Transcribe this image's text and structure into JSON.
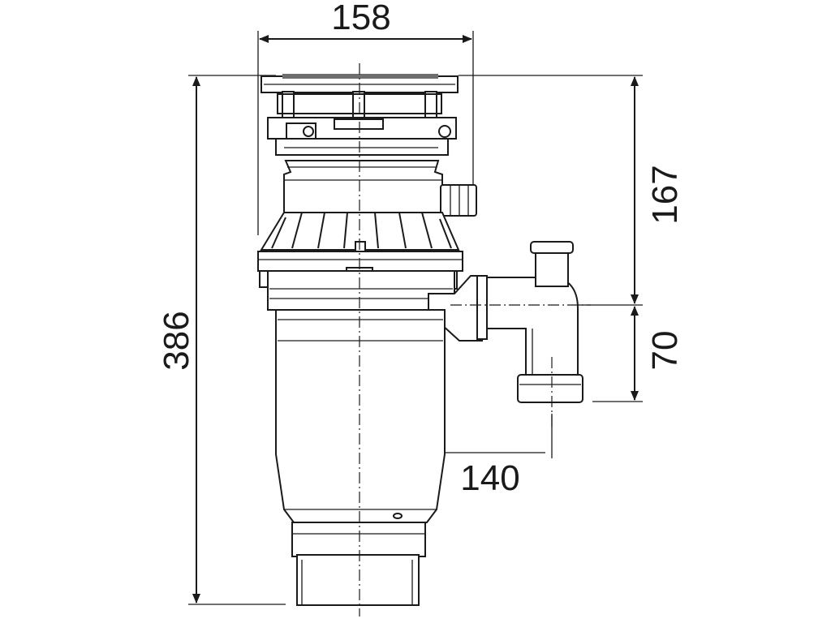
{
  "dimensions": {
    "top_width": "158",
    "total_height": "386",
    "upper_height": "167",
    "outlet_height": "70",
    "outlet_offset": "140"
  }
}
